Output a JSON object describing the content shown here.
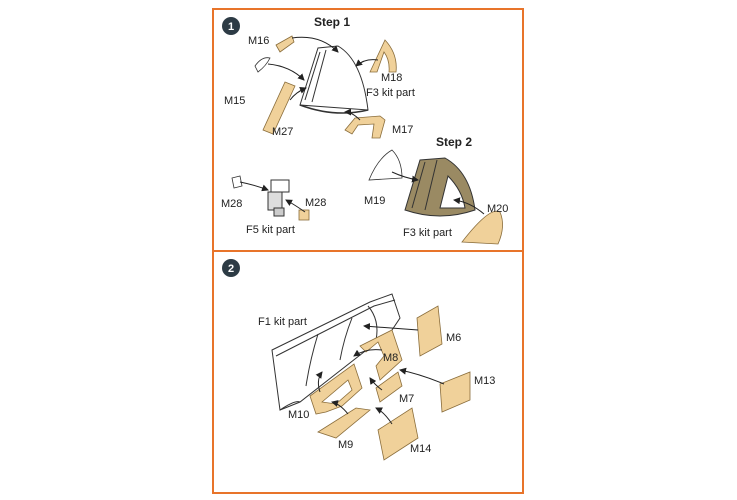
{
  "panel1": {
    "badge": "1",
    "step1_title": "Step 1",
    "step2_title": "Step 2",
    "labels": {
      "m16": "M16",
      "m15": "M15",
      "m18": "M18",
      "f3_a": "F3 kit part",
      "m27": "M27",
      "m17": "M17",
      "m28_a": "M28",
      "m28_b": "M28",
      "f5": "F5 kit part",
      "m19": "M19",
      "m20": "M20",
      "f3_b": "F3 kit part"
    }
  },
  "panel2": {
    "badge": "2",
    "labels": {
      "f1": "F1 kit part",
      "m6": "M6",
      "m8": "M8",
      "m13": "M13",
      "m7": "M7",
      "m10": "M10",
      "m9": "M9",
      "m14": "M14"
    }
  },
  "colors": {
    "border": "#e8742a",
    "mask": "#f0d19a",
    "badge": "#2d3b45"
  }
}
